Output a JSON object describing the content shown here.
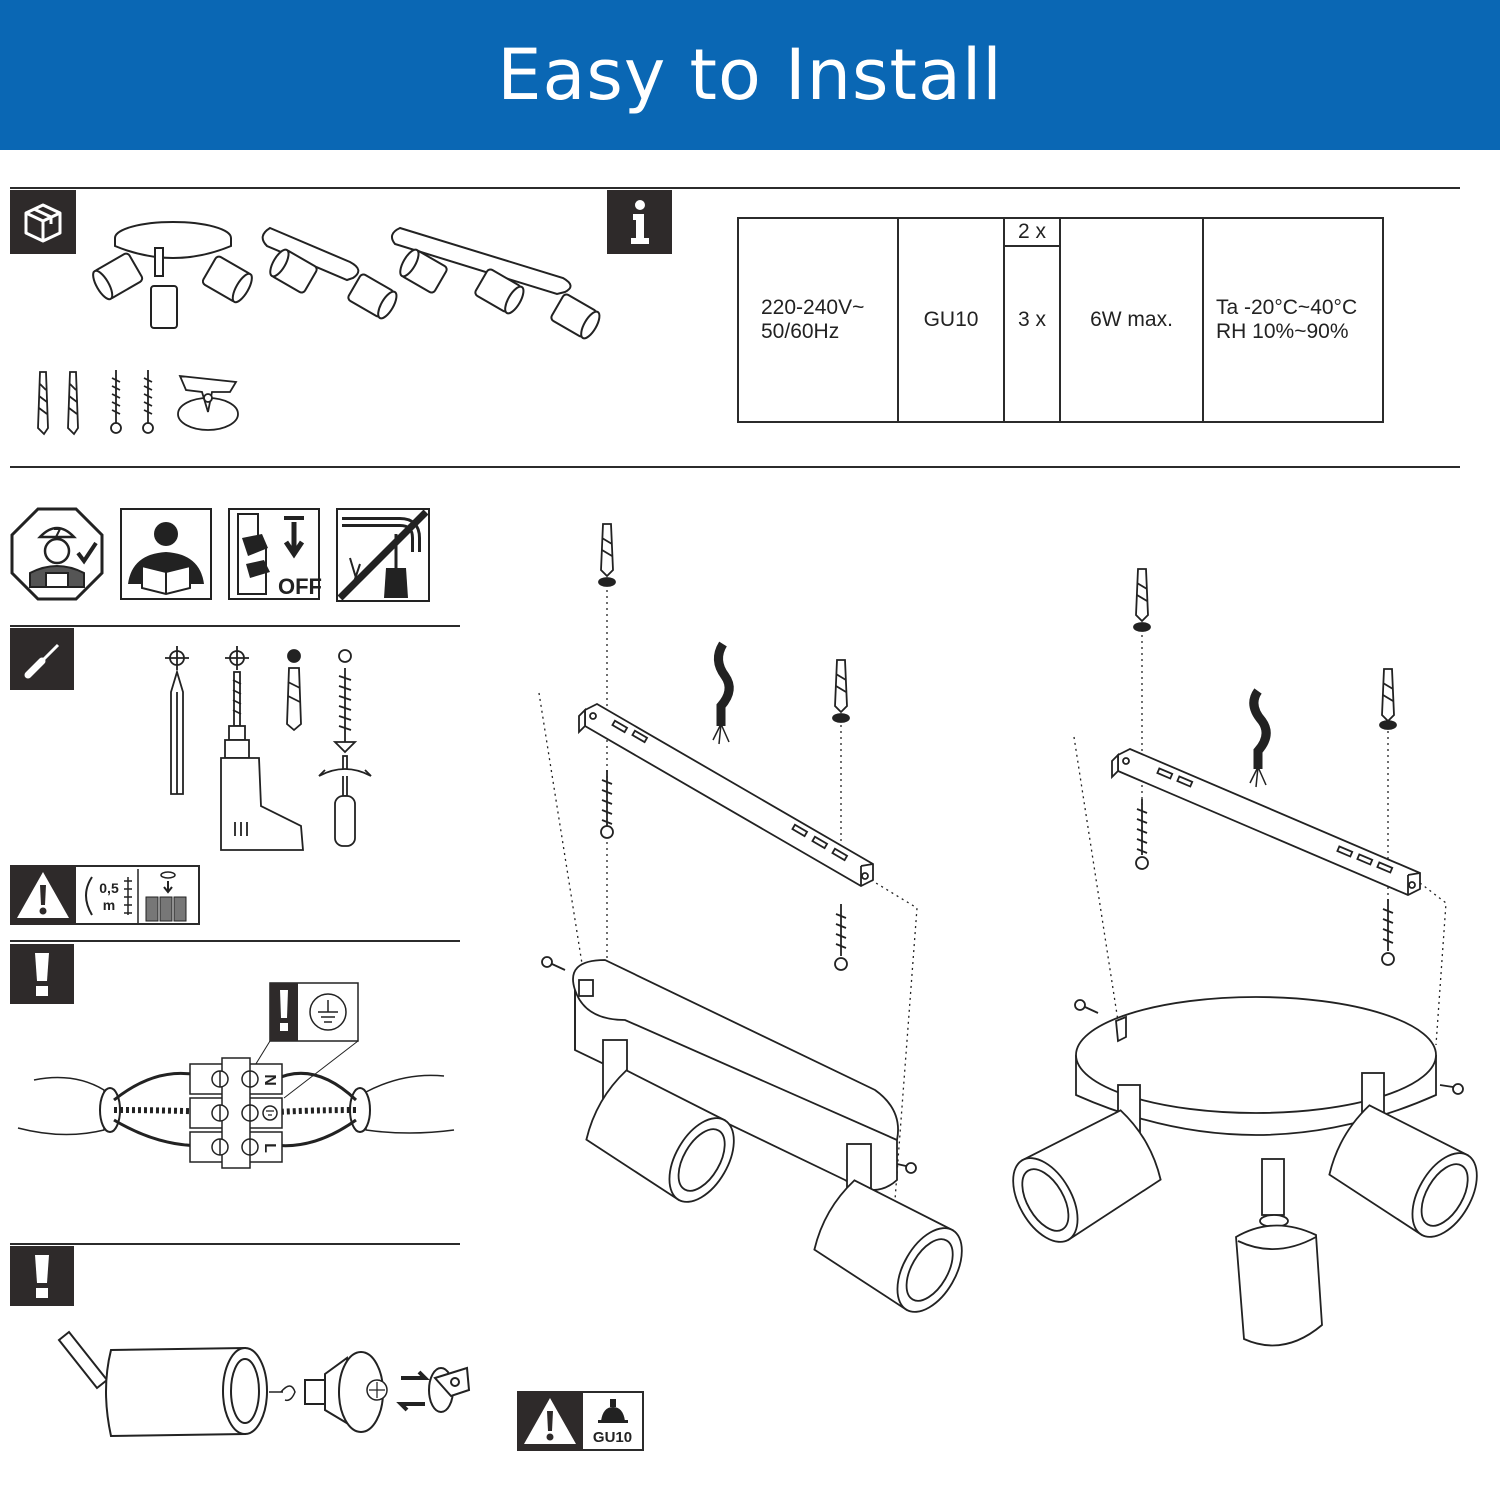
{
  "header": {
    "title": "Easy to Install",
    "background_color": "#0a67b4",
    "text_color": "#ffffff"
  },
  "contents_section": {
    "icon": "package-box-icon",
    "items": [
      "round-base-3-spotlights",
      "bar-2-spotlights",
      "bar-3-spotlights",
      "wall-plugs",
      "screws",
      "mounting-bracket"
    ]
  },
  "info_section": {
    "icon": "info-icon",
    "specs": {
      "voltage_line1": "220-240V~",
      "voltage_line2": "50/60Hz",
      "socket": "GU10",
      "qty_2": "2 x",
      "qty_3": "3 x",
      "power": "6W max.",
      "env_line1": "Ta -20°C~40°C",
      "env_line2": "RH 10%~90%"
    }
  },
  "safety_icons": [
    "electrician-icon",
    "read-manual-icon",
    "power-off-icon",
    "no-drilling-cables-icon"
  ],
  "safety_labels": {
    "off": "OFF"
  },
  "tools_section": {
    "icon": "screwdriver-icon",
    "distance_label_value": "0,5",
    "distance_label_unit": "m"
  },
  "wiring_section": {
    "icon": "warning-exclamation-icon",
    "terminal_labels": [
      "N",
      "L"
    ],
    "ground_icon": "earth-ground-icon"
  },
  "bulb_section": {
    "icon": "warning-exclamation-icon",
    "bulb_label": "GU10"
  },
  "colors": {
    "badge": "#2e2a2a",
    "line": "#2b2b2b"
  }
}
